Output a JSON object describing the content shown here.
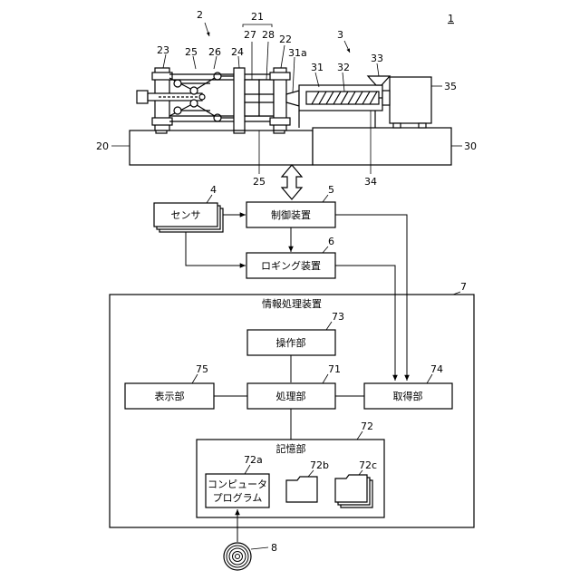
{
  "figure_number": "1",
  "reference_numerals": {
    "n2": "2",
    "n21": "21",
    "n27": "27",
    "n28": "28",
    "n22": "22",
    "n3": "3",
    "n23": "23",
    "n25_top": "25",
    "n26": "26",
    "n24": "24",
    "n31a": "31a",
    "n31": "31",
    "n32": "32",
    "n33": "33",
    "n35": "35",
    "n20": "20",
    "n30": "30",
    "n25_bottom": "25",
    "n34": "34",
    "n4": "4",
    "n5": "5",
    "n6": "6",
    "n7": "7",
    "n73": "73",
    "n71": "71",
    "n74": "74",
    "n75": "75",
    "n72": "72",
    "n72a": "72a",
    "n72b": "72b",
    "n72c": "72c",
    "n8": "8"
  },
  "blocks": {
    "sensor": "センサ",
    "controller": "制御装置",
    "logging": "ロギング装置",
    "info_processing": "情報処理装置",
    "operation_unit": "操作部",
    "processing_unit": "処理部",
    "acquisition_unit": "取得部",
    "display_unit": "表示部",
    "storage_unit": "記憶部",
    "program_line1": "コンピュータ",
    "program_line2": "プログラム"
  }
}
